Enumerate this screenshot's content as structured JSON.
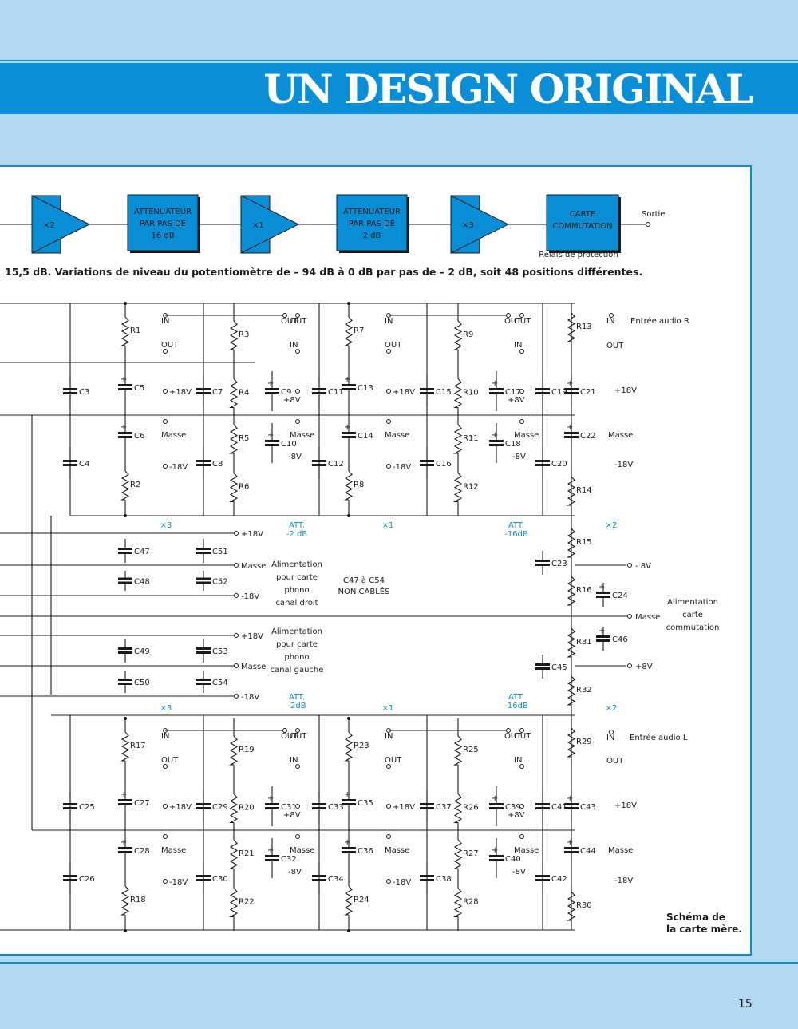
{
  "header": {
    "title": "UN DESIGN ORIGINAL"
  },
  "page_number": "15",
  "block_diagram": {
    "amp1": "×2",
    "att1": [
      "ATTENUATEUR",
      "PAR PAS DE",
      "16 dB"
    ],
    "amp2": "×1",
    "att2": [
      "ATTENUATEUR",
      "PAR PAS DE",
      "2 dB"
    ],
    "amp3": "×3",
    "carte": [
      "CARTE",
      "COMMUTATION"
    ],
    "sortie": "Sortie",
    "relais": "Relais de protection"
  },
  "caption_top": "15,5 dB. Variations de niveau du potentiomètre de – 94 dB à 0 dB par pas de – 2 dB, soit 48 positions différentes.",
  "caption_bottom": [
    "Schéma de",
    "la carte mère."
  ],
  "schematic": {
    "entree_r": "Entrée audio R",
    "entree_l": "Entrée audio L",
    "alim_right": [
      "Alimentation",
      "carte",
      "commutation"
    ],
    "alim_droit": [
      "Alimentation",
      "pour carte",
      "phono",
      "canal droit"
    ],
    "alim_gauche": [
      "Alimentation",
      "pour carte",
      "phono",
      "canal gauche"
    ],
    "nc_note": [
      "C47 à C54",
      "NON CABLÉS"
    ],
    "att_2db": [
      "ATT.",
      "-2 dB"
    ],
    "att_16db": [
      "ATT.",
      "-16dB"
    ],
    "att_2db_l": [
      "ATT.",
      "-2dB"
    ],
    "att_16db_l": [
      "ATT.",
      "-16dB"
    ],
    "gain_x3": "×3",
    "gain_x1": "×1",
    "gain_x2": "×2",
    "labels": {
      "in": "IN",
      "out": "OUT",
      "masse": "Masse",
      "p18": "+18V",
      "m18": "-18V",
      "p8": "+8V",
      "m8": "-8V",
      "m8b": "- 8V"
    }
  }
}
